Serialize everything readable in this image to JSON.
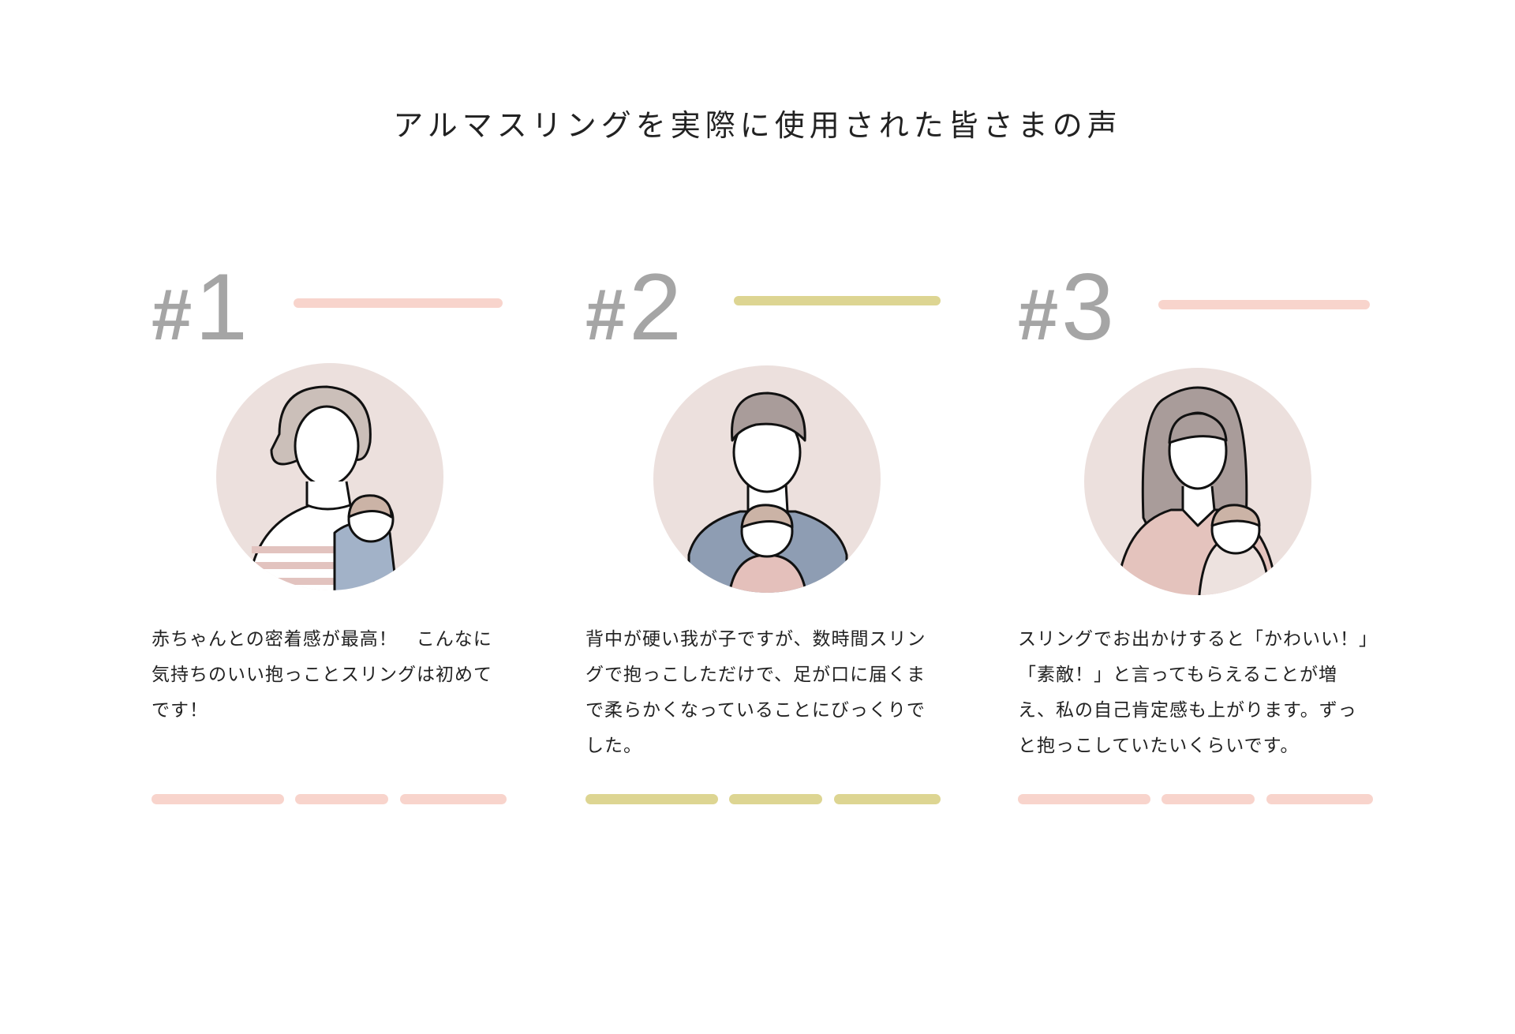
{
  "page": {
    "title": "アルマスリングを実際に使用された皆さまの声"
  },
  "colors": {
    "pink": "#f8d4cc",
    "olive": "#ddd592",
    "number": "#a5a5a5",
    "circle_bg": "#ece0dd"
  },
  "testimonials": [
    {
      "number_hash": "#",
      "number": "1",
      "accent": "#f8d4cc",
      "icon": "mother-with-baby-illustration",
      "text": "赤ちゃんとの密着感が最高！　こんなに気持ちのいい抱っことスリングは初めてです！"
    },
    {
      "number_hash": "#",
      "number": "2",
      "accent": "#ddd592",
      "icon": "father-with-baby-illustration",
      "text": "背中が硬い我が子ですが、数時間スリングで抱っこしただけで、足が口に届くまで柔らかくなっていることにびっくりでした。"
    },
    {
      "number_hash": "#",
      "number": "3",
      "accent": "#f8d4cc",
      "icon": "mother-long-hair-with-baby-illustration",
      "text": "スリングでお出かけすると「かわいい！」「素敵！」と言ってもらえることが増え、私の自己肯定感も上がります。ずっと抱っこしていたいくらいです。"
    }
  ]
}
